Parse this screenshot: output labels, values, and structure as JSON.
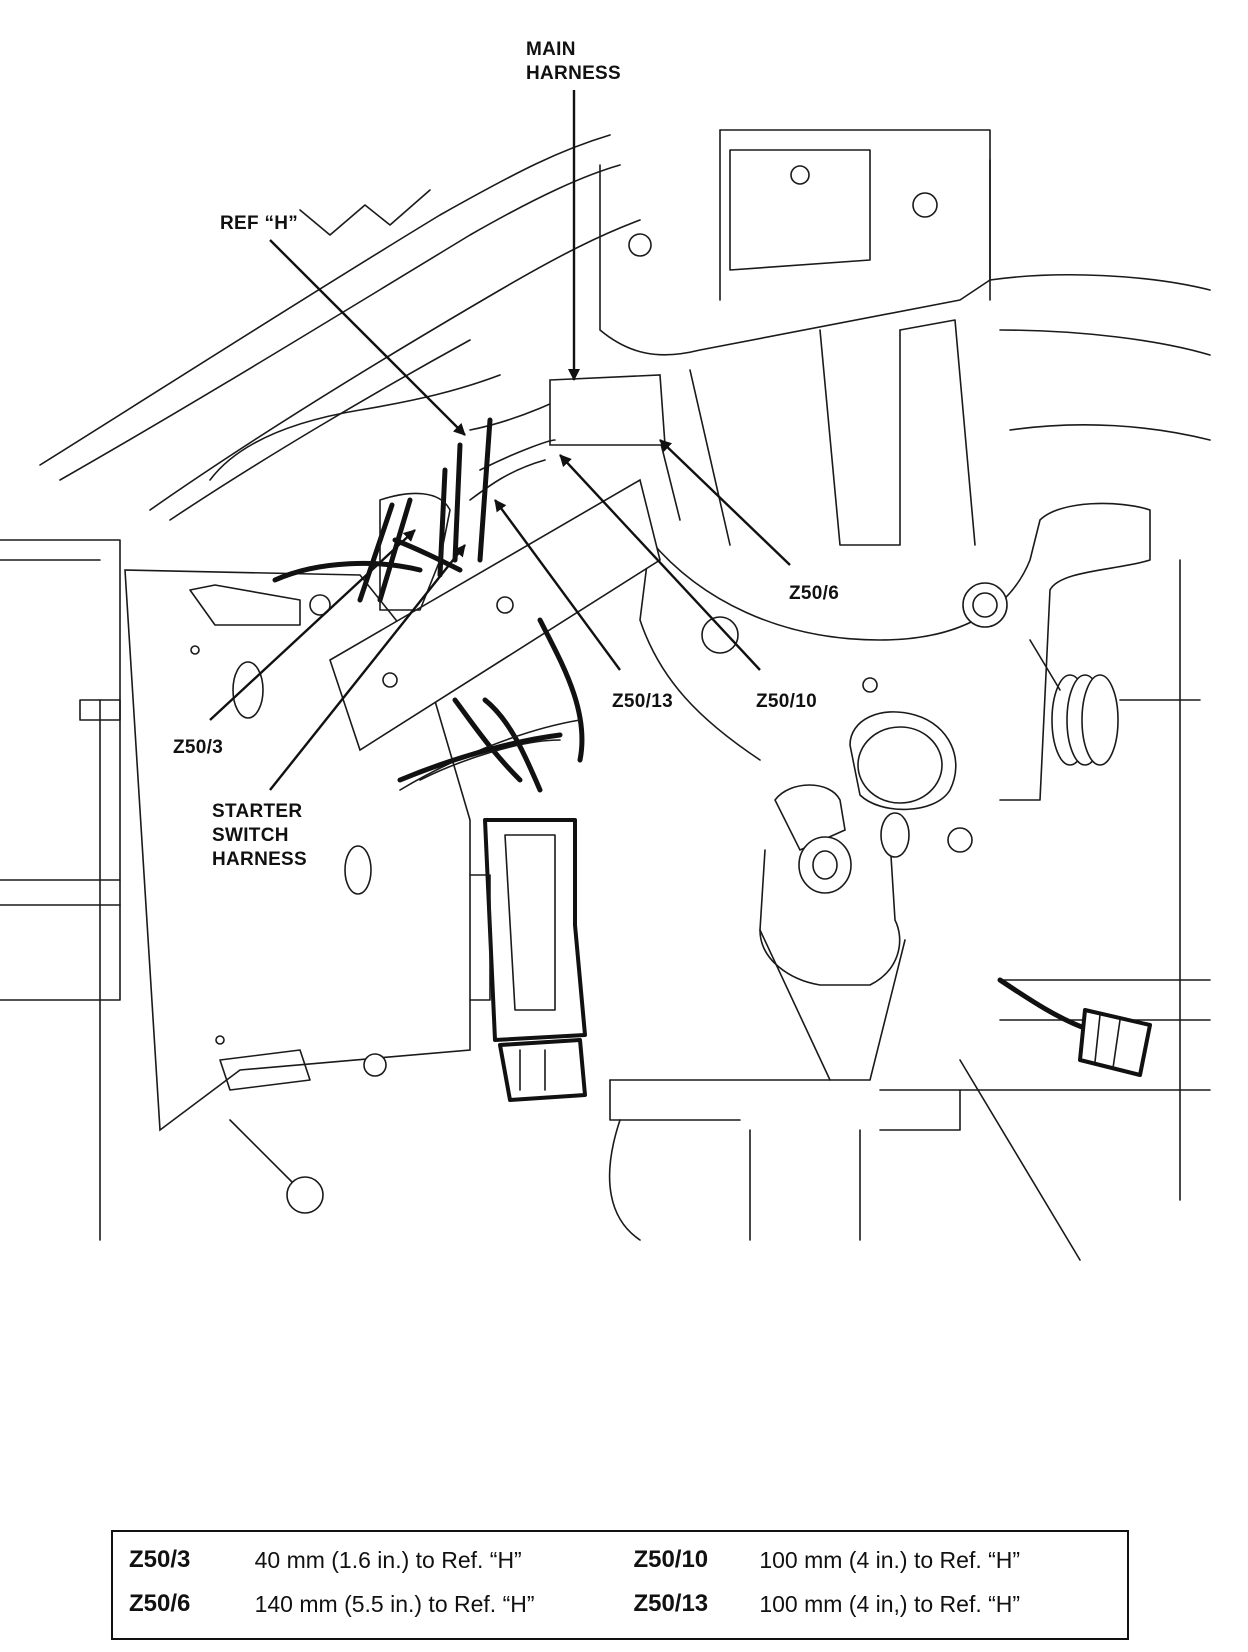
{
  "labels": {
    "main_harness": "MAIN\nHARNESS",
    "ref_h": "REF “H”",
    "z50_6": "Z50/6",
    "z50_13": "Z50/13",
    "z50_10": "Z50/10",
    "z50_3": "Z50/3",
    "starter_switch_harness": "STARTER\nSWITCH\nHARNESS"
  },
  "legend": {
    "rows": [
      {
        "code_a": "Z50/3",
        "value_a": "40 mm (1.6 in.) to Ref. “H”",
        "code_b": "Z50/10",
        "value_b": "100 mm (4 in.) to Ref. “H”"
      },
      {
        "code_a": "Z50/6",
        "value_a": "140 mm (5.5 in.) to Ref. “H”",
        "code_b": "Z50/13",
        "value_b": "100 mm (4 in,) to Ref. “H”"
      }
    ]
  }
}
